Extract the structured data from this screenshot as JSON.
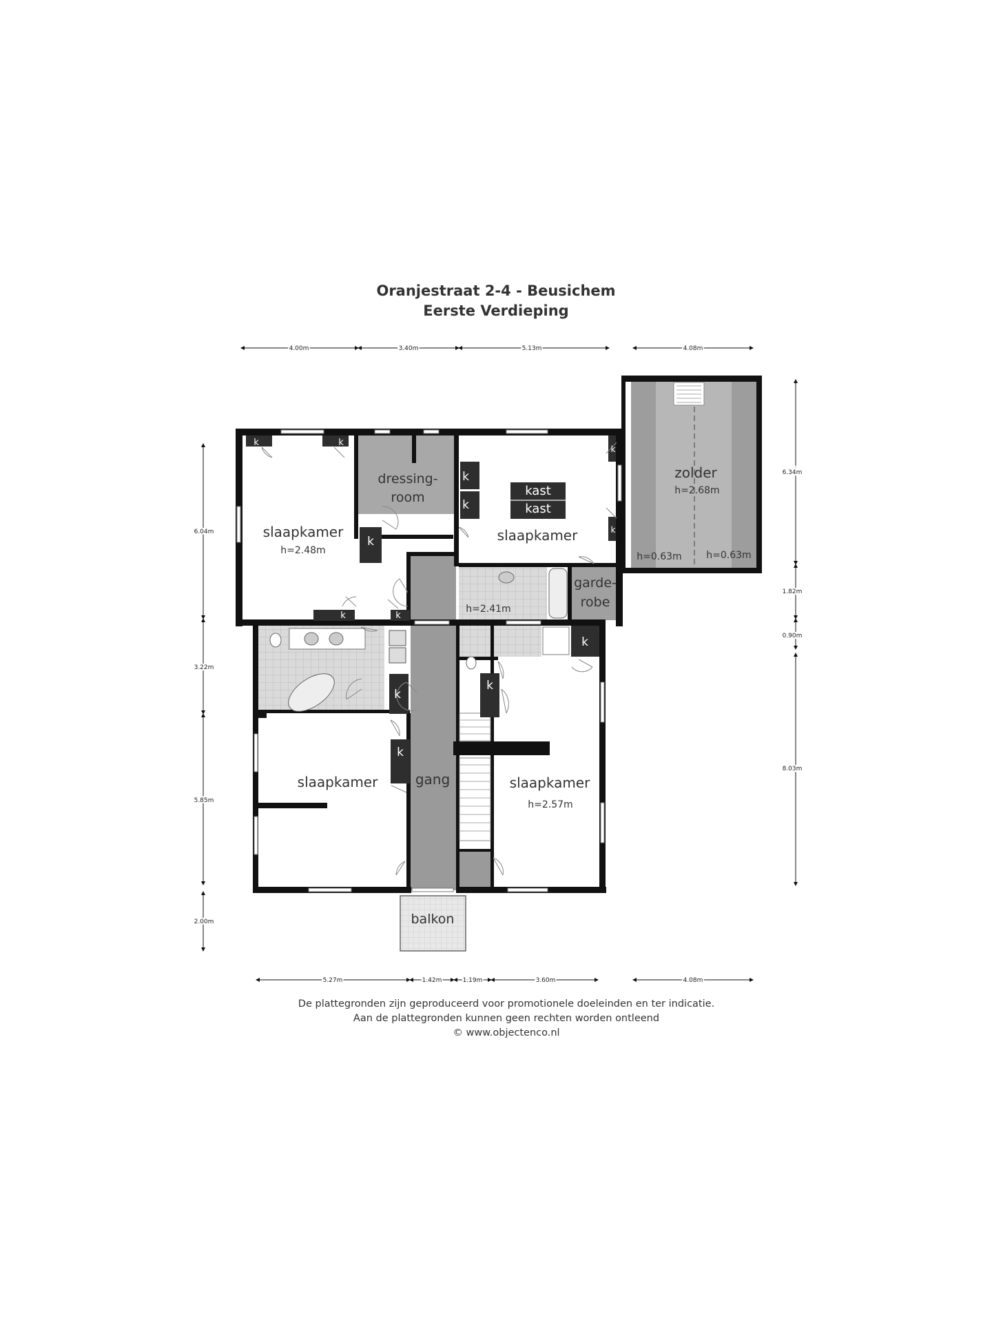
{
  "header": {
    "title": "Oranjestraat 2-4 - Beusichem",
    "subtitle": "Eerste Verdieping"
  },
  "rooms": {
    "slaapkamer_nw": {
      "label": "slaapkamer",
      "height": "h=2.48m"
    },
    "dressing": {
      "label_1": "dressing-",
      "label_2": "room"
    },
    "slaapkamer_ne": {
      "label": "slaapkamer"
    },
    "kast_1": "kast",
    "kast_2": "kast",
    "bathroom_e": {
      "height": "h=2.41m"
    },
    "garderobe": {
      "label_1": "garde-",
      "label_2": "robe"
    },
    "zolder": {
      "label": "zolder",
      "height": "h=2.68m",
      "eave_left": "h=0.63m",
      "eave_right": "h=0.63m"
    },
    "slaapkamer_sw": {
      "label": "slaapkamer"
    },
    "gang": {
      "label": "gang"
    },
    "slaapkamer_se": {
      "label": "slaapkamer",
      "height": "h=2.57m"
    },
    "balkon": {
      "label": "balkon"
    }
  },
  "closet_label": "k",
  "dimensions": {
    "top": [
      "4.00m",
      "3.40m",
      "5.13m",
      "4.08m"
    ],
    "bottom": [
      "5.27m",
      "1.42m",
      "1.19m",
      "3.60m",
      "4.08m"
    ],
    "left": [
      "6.04m",
      "3.22m",
      "5.85m",
      "2.00m"
    ],
    "right": [
      "6.34m",
      "1.82m",
      "0.90m",
      "8.03m"
    ]
  },
  "footer": {
    "line1": "De plattegronden zijn geproduceerd voor promotionele doeleinden en ter indicatie.",
    "line2": "Aan de plattegronden kunnen geen rechten worden ontleend",
    "line3": "© www.objectenco.nl"
  },
  "colors": {
    "wall": "#111111",
    "corridor": "#9a9a9a",
    "dressing": "#a8a8a8",
    "attic": "#9d9d9d",
    "attic_center": "#b7b7b7",
    "tile": "#d9d9d9",
    "closet": "#2e2e2e",
    "balcony": "#e6e6e6"
  }
}
